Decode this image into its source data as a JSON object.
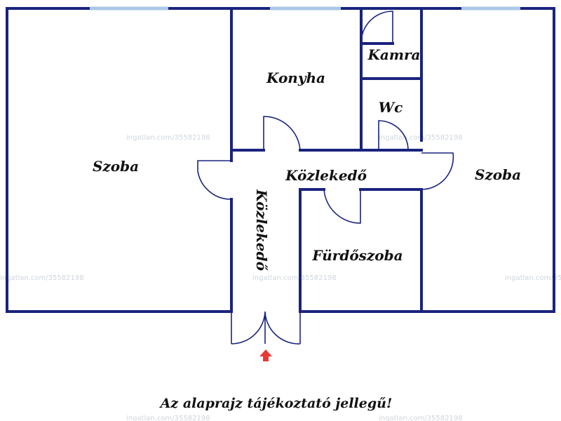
{
  "rooms": {
    "szoba_left": "Szoba",
    "konyha": "Konyha",
    "kamra": "Kamra",
    "wc": "Wc",
    "kozlekedo_h": "Közlekedő",
    "kozlekedo_v": "Közlekedő",
    "szoba_right": "Szoba",
    "furdoszoba": "Fürdőszoba"
  },
  "caption": "Az alaprajz tájékoztató jellegű!",
  "watermark": "ingatlan.com/35582198",
  "colors": {
    "wall": "#1a237e",
    "window": "#aac8e6",
    "entry_arrow": "#e53935",
    "watermark": "#cfd6dc"
  }
}
